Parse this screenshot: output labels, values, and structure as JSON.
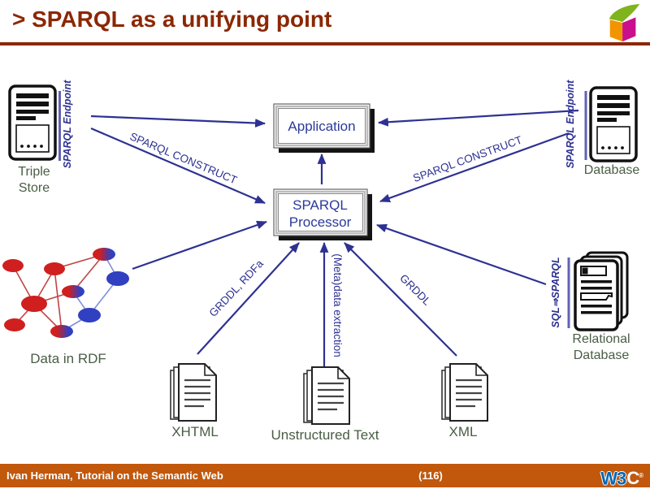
{
  "header": {
    "title": "> SPARQL as a unifying point"
  },
  "diagram": {
    "boxes": {
      "application": {
        "label": "Application"
      },
      "sparql_processor": {
        "line1": "SPARQL",
        "line2": "Processor"
      }
    },
    "nodes": {
      "triple_store": {
        "line1": "Triple",
        "line2": "Store",
        "endpoint_label": "SPARQL Endpoint"
      },
      "database": {
        "label": "Database",
        "endpoint_label": "SPARQL Endpoint"
      },
      "relational_database": {
        "line1": "Relational",
        "line2": "Database",
        "endpoint_label": "SQL⇒SPARQL"
      },
      "rdf_graph": {
        "label": "Data in RDF"
      },
      "xhtml_doc": {
        "label": "XHTML"
      },
      "unstructured_doc": {
        "label": "Unstructured Text"
      },
      "xml_doc": {
        "label": "XML"
      }
    },
    "arrow_labels": {
      "left_construct": "SPARQL CONSTRUCT",
      "right_construct": "SPARQL CONSTRUCT",
      "grddl_rdfa": "GRDDL, RDFa",
      "metadata_extraction": "(Meta)data extraction",
      "grddl": "GRDDL"
    }
  },
  "footer": {
    "left_text": "Ivan Herman, Tutorial on the Semantic Web",
    "page_number": "(116)",
    "logo_w3": "W3",
    "logo_c": "C",
    "logo_reg": "®"
  },
  "icons": {
    "header_logo": "cube-logo",
    "triple_store": "server-icon",
    "database": "server-icon",
    "relational_database": "stacked-records-icon",
    "xhtml": "document-stack-icon",
    "unstructured_text": "document-stack-icon",
    "xml": "document-stack-icon",
    "footer_logo": "w3c-logo"
  },
  "colors": {
    "title_red": "#8c2703",
    "footer_orange": "#c1580c",
    "diagram_blue": "#2e3192",
    "label_green": "#4a5d45",
    "node_red": "#cf1f1f",
    "node_blue": "#3040c0",
    "logo_green": "#7fb41c",
    "logo_orange": "#f29400",
    "logo_magenta": "#ca0f8c",
    "w3c_blue": "#0067b6"
  }
}
